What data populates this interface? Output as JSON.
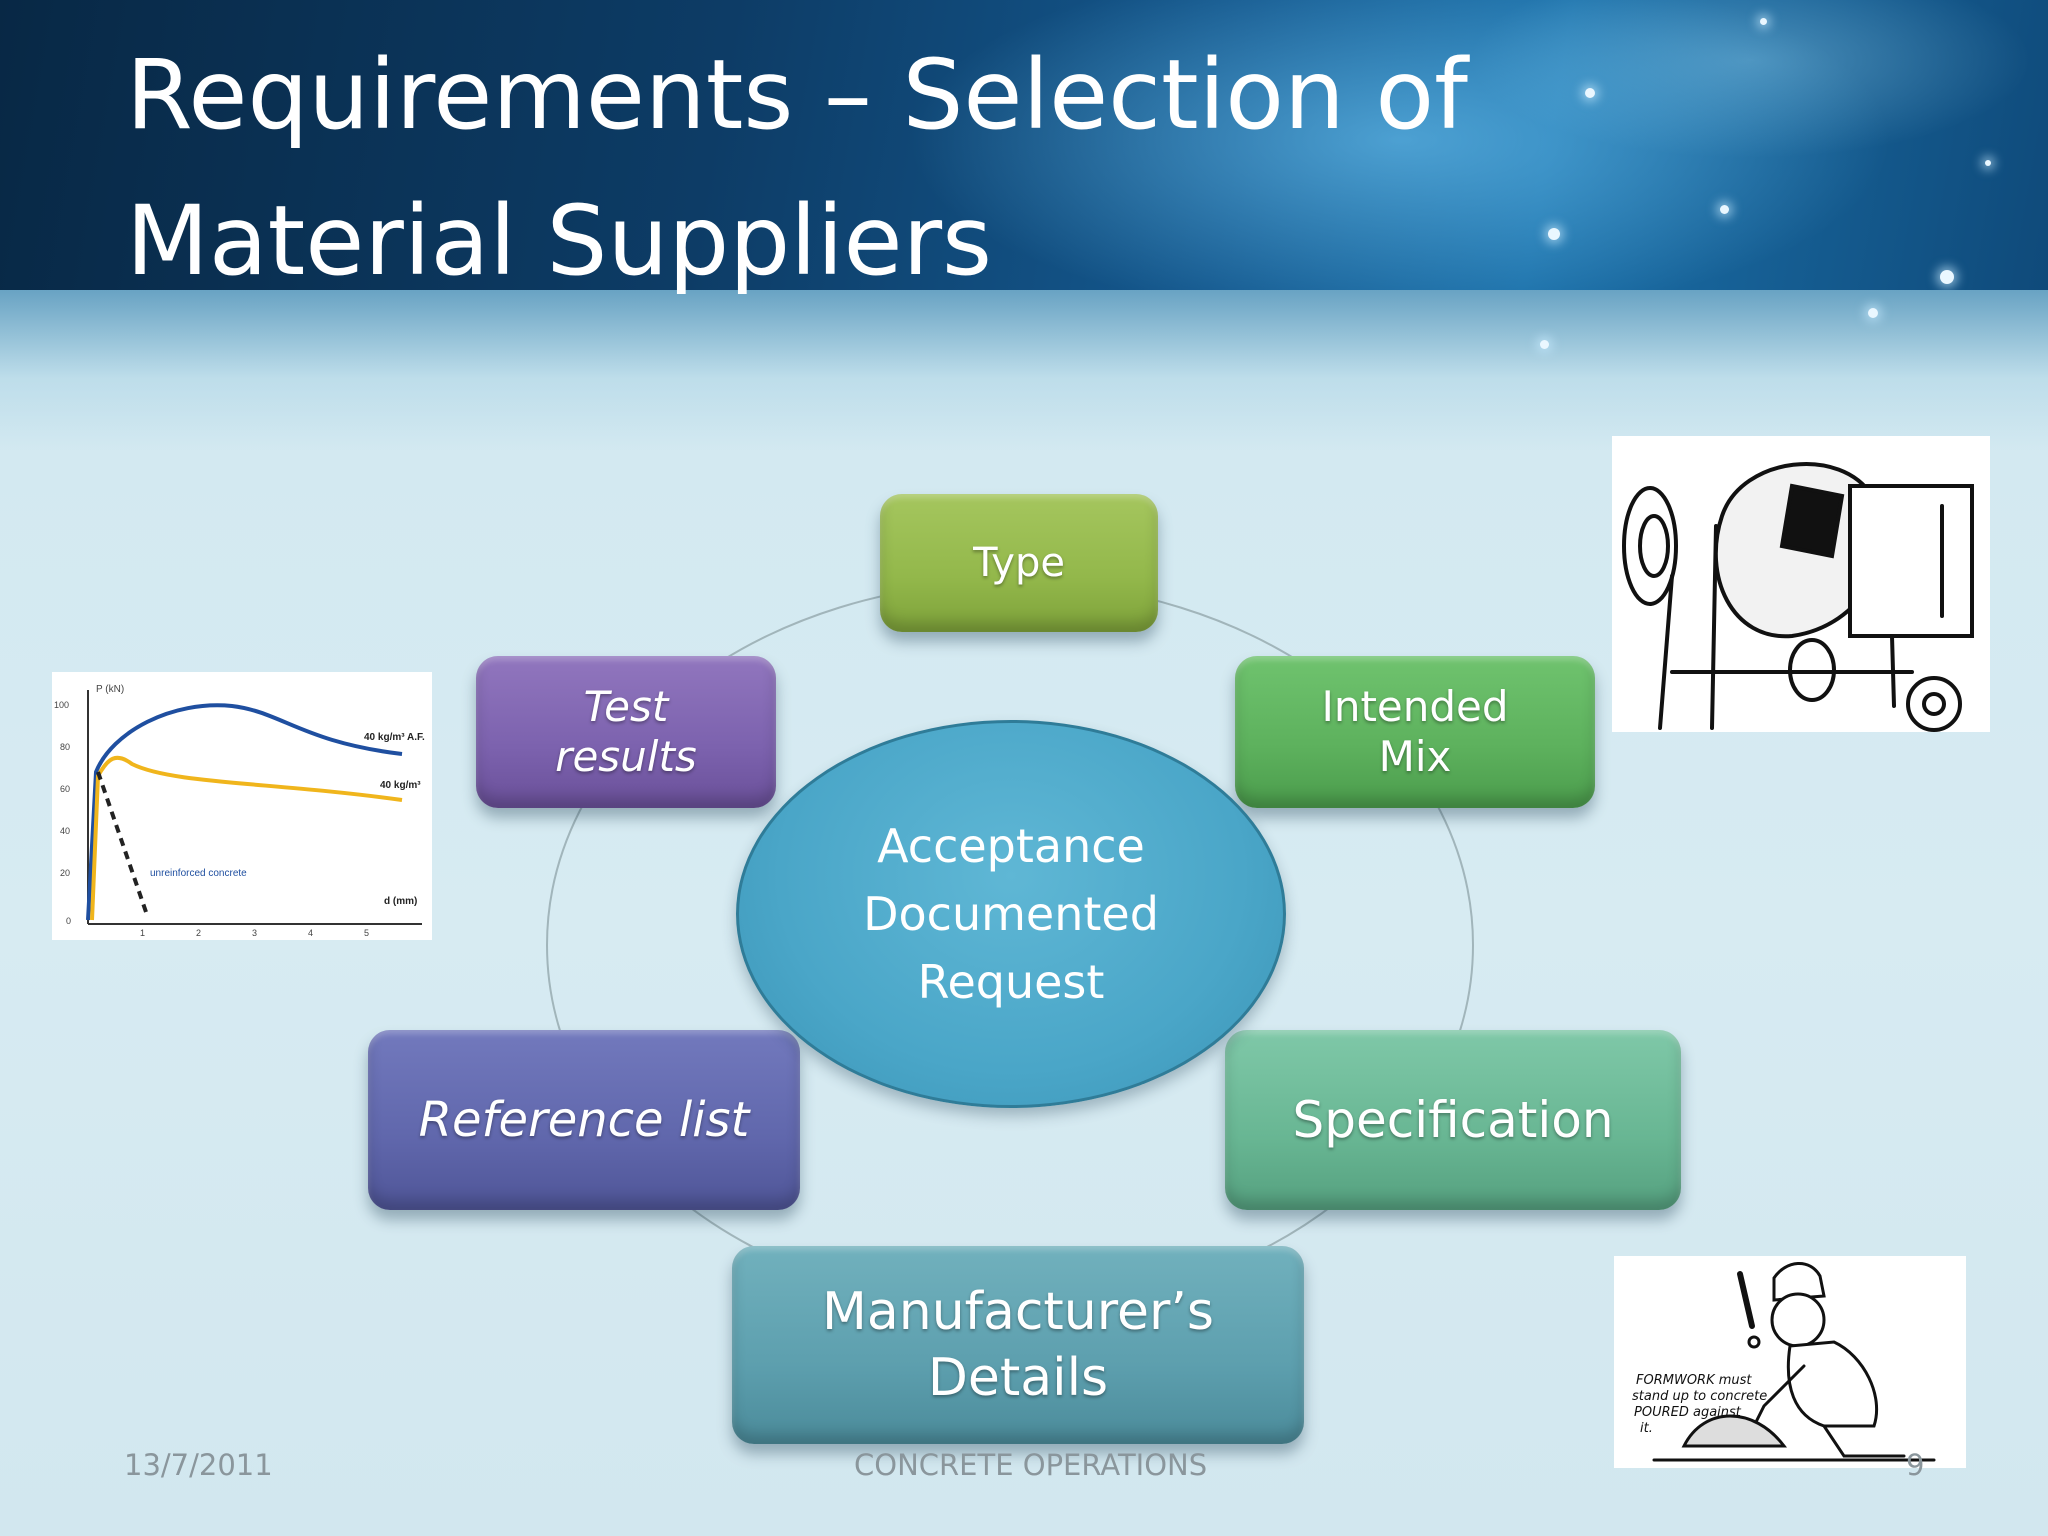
{
  "slide": {
    "title_line1": "Requirements – Selection of",
    "title_line2": "Material Suppliers"
  },
  "diagram": {
    "center": "Acceptance\nDocumented\nRequest",
    "nodes": {
      "type": "Type",
      "intended_mix": "Intended\nMix",
      "test_results": "Test\nresults",
      "reference_list": "Reference list",
      "specification": "Specification",
      "manufacturers_details": "Manufacturer’s\nDetails"
    }
  },
  "graph_image": {
    "y_axis_label": "P (kN)",
    "x_axis_label": "d (mm)",
    "y_ticks": [
      "100",
      "80",
      "60",
      "40",
      "20",
      "0"
    ],
    "x_ticks": [
      "1",
      "2",
      "3",
      "4",
      "5"
    ],
    "series_1": "40 kg/m³ A.F.",
    "series_2": "40 kg/m³",
    "series_3": "unreinforced concrete",
    "colors": {
      "series_1": "#1f4fa0",
      "series_2": "#f0b51c",
      "series_3": "#222222"
    }
  },
  "cartoon_caption": "FORMWORK must\nstand up to concrete\nPOURED against\nit.",
  "footer": {
    "date": "13/7/2011",
    "center_text": "CONCRETE OPERATIONS",
    "page_number": "9"
  },
  "colors": {
    "header_dark": "#0d3c66",
    "type": "#93b84b",
    "intended_mix": "#5db15d",
    "test_results": "#7c62ae",
    "reference_list": "#6067ac",
    "specification": "#68b693",
    "manufacturers_details": "#5d9fae",
    "center": "#4aa6c8"
  }
}
